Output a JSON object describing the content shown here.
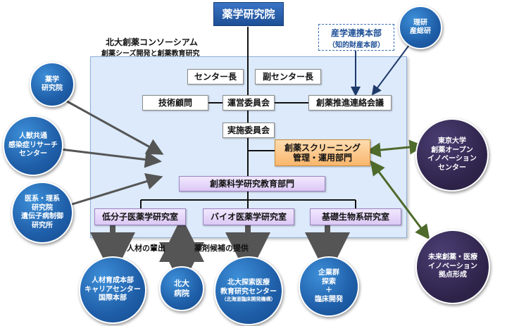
{
  "top_box": "薬学研究院",
  "consortium": {
    "title": "北大創薬コンソーシアム",
    "subtitle": "創薬シーズ開発と創薬教育研究"
  },
  "boxes": {
    "center_head": "センター長",
    "vice_center_head": "副センター長",
    "tech_advisor": "技術顧問",
    "steering_committee": "運営委員会",
    "promotion_council": "創薬推進連絡会議",
    "execution_committee": "実施委員会",
    "screening": "創薬スクリーニング\n管理・運用部門",
    "education": "創薬科学研究教育部門",
    "lab_small_molecule": "低分子医薬学研究室",
    "lab_bio": "バイオ医薬学研究室",
    "lab_basic_bio": "基礎生物系研究室"
  },
  "industry_box": {
    "title": "産学連携本部",
    "subtitle": "（知的財産本部）"
  },
  "circles": {
    "riken": "理研\n産総研",
    "pharm_institute": "薬学\n研究院",
    "zoonosis": "人獣共通\n感染症リサーチ\nセンター",
    "genetic": "医系・理系\n研究院\n遺伝子病制御\n研究所",
    "tokyo": "東京大学\n創薬オープン\nイノベーション\nセンター",
    "future": "未来創薬・医療\nイノベーション\n拠点形成",
    "hr": "人材育成本部\nキャリアセンター\n国際本部",
    "hospital": "北大\n病院",
    "hokudai_center": "北大探索医療\n教育研究センター",
    "hokudai_center_sub": "（北海道臨床開発機構）",
    "companies": "企業群\n探索\n＋\n臨床開発"
  },
  "labels": {
    "talent": "人材の輩出",
    "candidates": "薬剤候補の提供"
  },
  "colors": {
    "panel_fill": "#dceafb",
    "circle_blue": "#1f5ea8",
    "circle_purple": "#2d2248",
    "screening_fill": "#fcc98a",
    "arrow_green": "#4e6b2c",
    "arrow_gray": "#555555"
  }
}
